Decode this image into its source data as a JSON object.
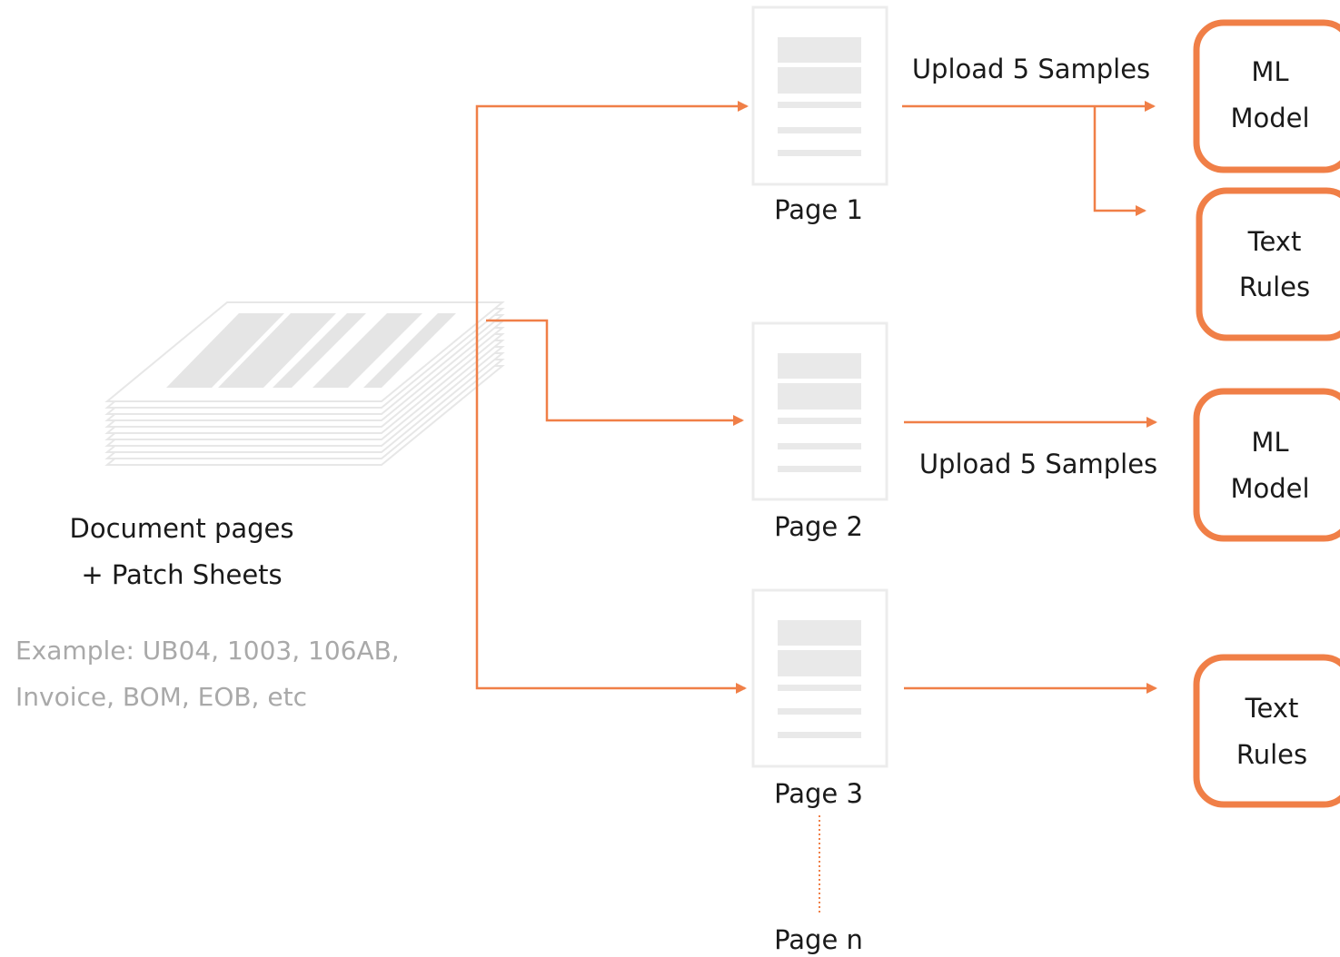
{
  "source": {
    "title_line1": "Document pages",
    "title_line2": "+ Patch Sheets",
    "example_line1": "Example: UB04, 1003, 106AB,",
    "example_line2": "Invoice, BOM, EOB, etc"
  },
  "pages": [
    {
      "label": "Page 1"
    },
    {
      "label": "Page 2"
    },
    {
      "label": "Page 3"
    },
    {
      "label": "Page n"
    }
  ],
  "edge_labels": {
    "page1_upload": "Upload 5 Samples",
    "page2_upload": "Upload 5 Samples"
  },
  "targets": [
    {
      "line1": "ML",
      "line2": "Model"
    },
    {
      "line1": "Text",
      "line2": "Rules"
    },
    {
      "line1": "ML",
      "line2": "Model"
    },
    {
      "line1": "Text",
      "line2": "Rules"
    }
  ],
  "colors": {
    "accent": "#f07f47",
    "text": "#1a1a1a",
    "muted_text": "#a9a9a9",
    "page_fill": "#e9e9e9"
  }
}
